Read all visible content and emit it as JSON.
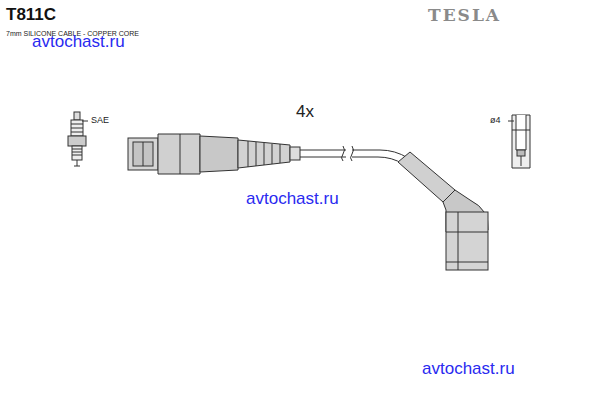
{
  "diagram": {
    "title": "T811C",
    "labels": [
      "TESLA",
      "7mm SILICONE CABLE - COPPER CORE",
      "avtochast.ru",
      "SAE",
      "4x",
      "ø4",
      "avtochast.ru",
      "avtochast.ru"
    ]
  }
}
